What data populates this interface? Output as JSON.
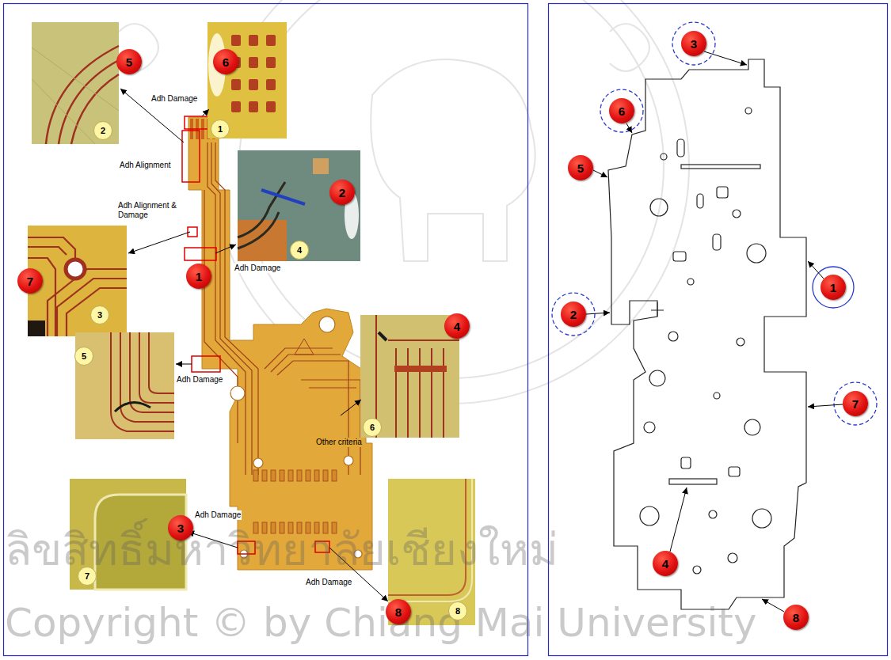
{
  "diagram": {
    "nodes": [
      {
        "text": [
          "5"
        ]
      },
      {
        "text": [
          "2"
        ]
      },
      {
        "text": [
          "6"
        ]
      },
      {
        "text": [
          "1"
        ]
      },
      {
        "text": [
          "2"
        ]
      },
      {
        "text": [
          "4"
        ]
      },
      {
        "text": [
          "7"
        ]
      },
      {
        "text": [
          "3"
        ]
      },
      {
        "text": [
          "1"
        ]
      },
      {
        "text": [
          "5"
        ]
      },
      {
        "text": [
          "4"
        ]
      },
      {
        "text": [
          "6"
        ]
      },
      {
        "text": [
          "3"
        ]
      },
      {
        "text": [
          "7"
        ]
      },
      {
        "text": [
          "8"
        ]
      },
      {
        "text": [
          "8"
        ]
      },
      {
        "text": [
          "3"
        ]
      },
      {
        "text": [
          "6"
        ]
      },
      {
        "text": [
          "5"
        ]
      },
      {
        "text": [
          "1"
        ]
      },
      {
        "text": [
          "2"
        ]
      },
      {
        "text": [
          "7"
        ]
      },
      {
        "text": [
          "4"
        ]
      },
      {
        "text": [
          "8"
        ]
      }
    ],
    "labels": [
      "Adh Damage",
      "Adh Alignment",
      "Adh Alignment & Damage",
      "Adh Damage",
      "Adh Damage",
      "Other criteria",
      "Adh Damage",
      "Adh Damage",
      "ลิขสิทธิ์มหาวิทยาลัยเชียงใหม่",
      "Copyright © by Chiang Mai University"
    ]
  }
}
